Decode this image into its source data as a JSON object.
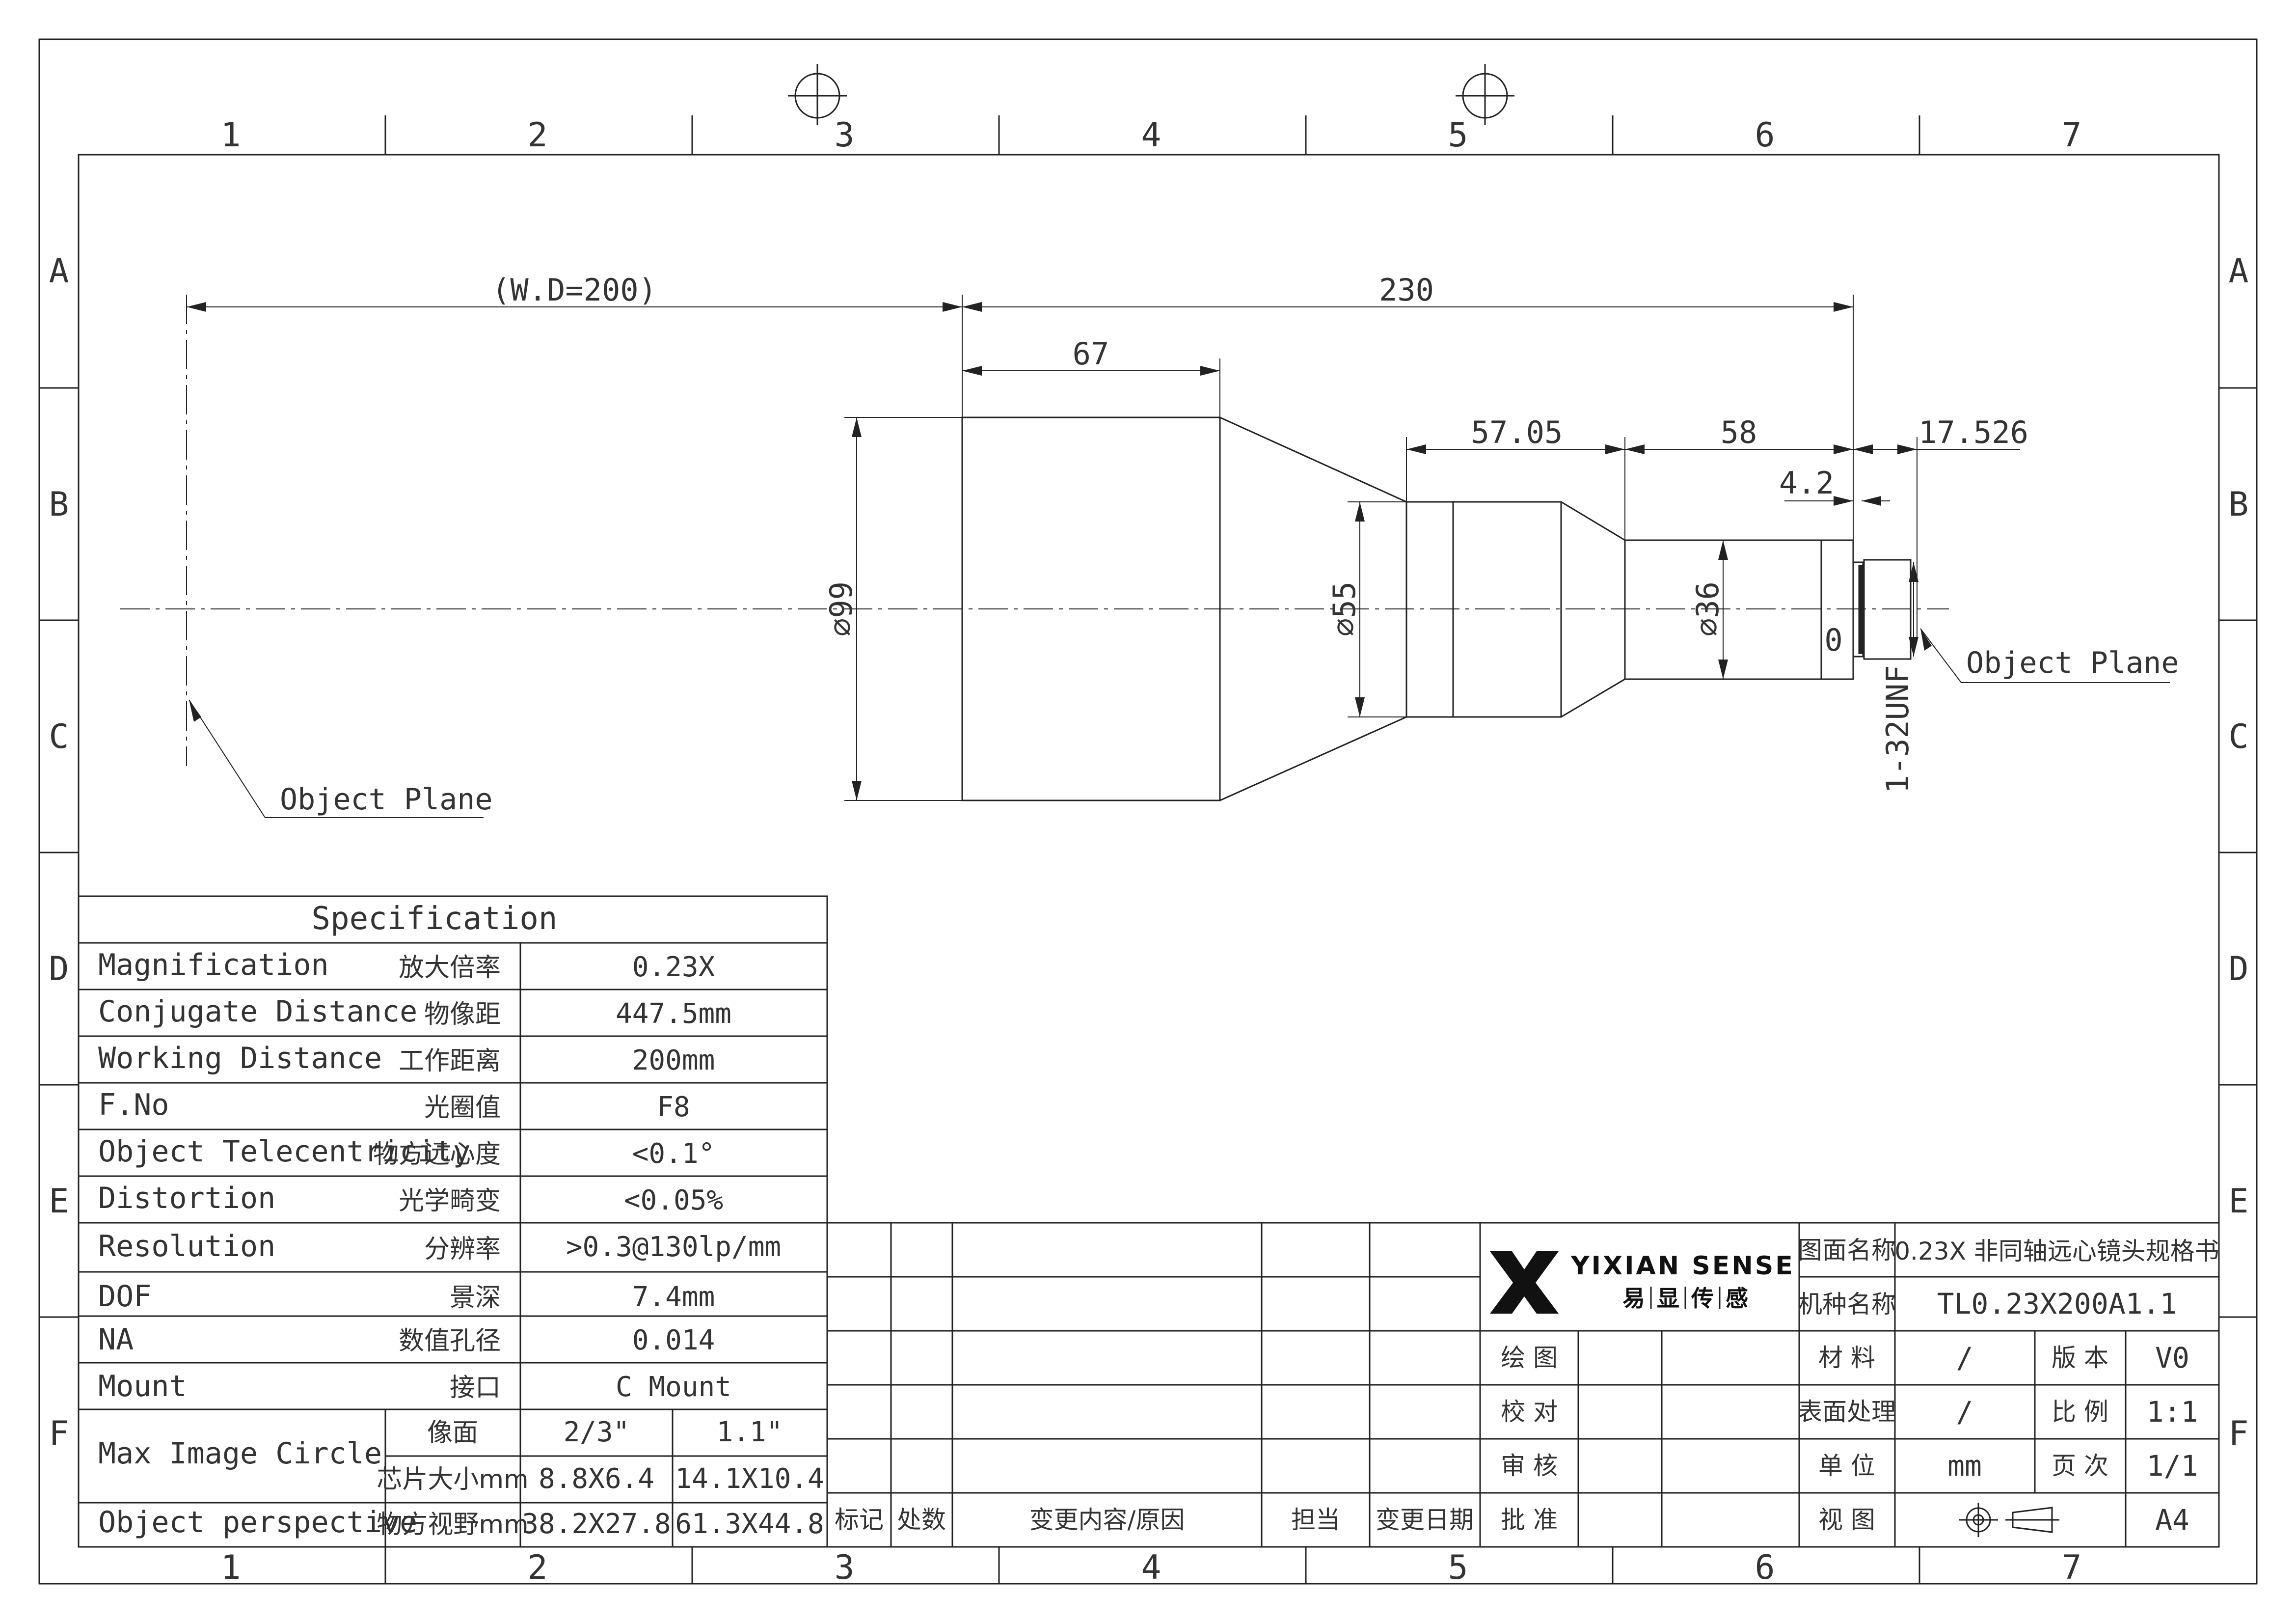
{
  "zones": {
    "columns": [
      "1",
      "2",
      "3",
      "4",
      "5",
      "6",
      "7"
    ],
    "rows": [
      "A",
      "B",
      "C",
      "D",
      "E",
      "F"
    ]
  },
  "dimensions": {
    "working_distance": "(W.D=200)",
    "total_length": "230",
    "front_length": "67",
    "mid_length": "57.05",
    "rear_length": "58",
    "flange": "17.526",
    "small_offset": "4.2",
    "diameter_front": "⌀99",
    "diameter_mid": "⌀55",
    "diameter_rear": "⌀36",
    "thread": "1-32UNF",
    "mark": "0"
  },
  "callouts": {
    "object_plane_left": "Object Plane",
    "object_plane_right": "Object Plane"
  },
  "spec_table": {
    "title": "Specification",
    "rows": [
      {
        "en": "Magnification",
        "cn": "放大倍率",
        "value": "0.23X"
      },
      {
        "en": "Conjugate Distance",
        "cn": "物像距",
        "value": "447.5mm"
      },
      {
        "en": "Working Distance",
        "cn": "工作距离",
        "value": "200mm"
      },
      {
        "en": "F.No",
        "cn": "光圈值",
        "value": "F8"
      },
      {
        "en": "Object Telecentricity",
        "cn": "物方远心度",
        "value": "<0.1°"
      },
      {
        "en": "Distortion",
        "cn": "光学畸变",
        "value": "<0.05%"
      },
      {
        "en": "Resolution",
        "cn": "分辨率",
        "value": ">0.3@130lp/mm"
      },
      {
        "en": "DOF",
        "cn": "景深",
        "value": "7.4mm"
      },
      {
        "en": "NA",
        "cn": "数值孔径",
        "value": "0.014"
      },
      {
        "en": "Mount",
        "cn": "接口",
        "value": "C Mount"
      }
    ],
    "image_circle": {
      "en": "Max Image Circle",
      "cn_a": "像面",
      "a1": "2/3\"",
      "a2": "1.1\"",
      "cn_b": "芯片大小mm",
      "b1": "8.8X6.4",
      "b2": "14.1X10.4"
    },
    "perspective": {
      "en": "Object perspective",
      "cn": "物方视野mm",
      "v1": "38.2X27.8",
      "v2": "61.3X44.8"
    }
  },
  "revision_block": {
    "mark": "标记",
    "count": "处数",
    "content": "变更内容/原因",
    "owner": "担当",
    "date": "变更日期"
  },
  "title_block": {
    "logo_en": "YIXIAN SENSE",
    "logo_cn": [
      "易",
      "显",
      "传",
      "感"
    ],
    "drawing_name_label": "图面名称",
    "drawing_name": "0.23X 非同轴远心镜头规格书",
    "model_label": "机种名称",
    "model": "TL0.23X200A1.1",
    "draw": "绘 图",
    "check": "校 对",
    "review": "审 核",
    "approve": "批 准",
    "material_label": "材 料",
    "material": "/",
    "version_label": "版 本",
    "version": "V0",
    "surface_label": "表面处理",
    "surface": "/",
    "scale_label": "比 例",
    "scale": "1:1",
    "unit_label": "单 位",
    "unit": "mm",
    "page_label": "页 次",
    "page": "1/1",
    "view_label": "视 图",
    "size": "A4"
  }
}
